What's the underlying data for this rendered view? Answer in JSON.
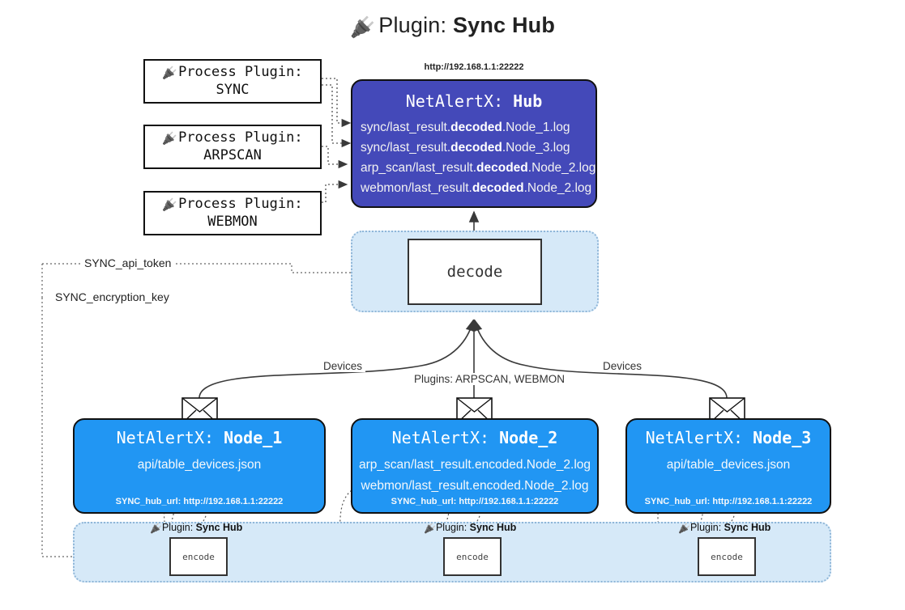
{
  "title": {
    "prefix": "Plugin: ",
    "name": "Sync Hub",
    "icon": "plug-icon"
  },
  "process_plugins": [
    {
      "label": "Process Plugin:",
      "name": "SYNC"
    },
    {
      "label": "Process Plugin:",
      "name": "ARPSCAN"
    },
    {
      "label": "Process Plugin:",
      "name": "WEBMON"
    }
  ],
  "hub": {
    "url": "http://192.168.1.1:22222",
    "title_prefix": "NetAlertX: ",
    "title_name": "Hub",
    "rows": [
      {
        "pre": "sync/last_result.",
        "bold": "decoded",
        "post": ".Node_1.log"
      },
      {
        "pre": "sync/last_result.",
        "bold": "decoded",
        "post": ".Node_3.log"
      },
      {
        "pre": "arp_scan/last_result.",
        "bold": "decoded",
        "post": ".Node_2.log"
      },
      {
        "pre": "webmon/last_result.",
        "bold": "decoded",
        "post": ".Node_2.log"
      }
    ]
  },
  "decode": {
    "label": "decode"
  },
  "tokens": {
    "api_token": "SYNC_api_token",
    "encryption_key": "SYNC_encryption_key"
  },
  "edge_labels": {
    "devices_left": "Devices",
    "devices_right": "Devices",
    "plugins_center": "Plugins: ARPSCAN, WEBMON"
  },
  "nodes": [
    {
      "title_prefix": "NetAlertX: ",
      "title_name": "Node_1",
      "lines": [
        "api/table_devices.json"
      ],
      "footer": "SYNC_hub_url: http://192.168.1.1:22222"
    },
    {
      "title_prefix": "NetAlertX: ",
      "title_name": "Node_2",
      "lines": [
        "arp_scan/last_result.encoded.Node_2.log",
        "webmon/last_result.encoded.Node_2.log"
      ],
      "footer": "SYNC_hub_url: http://192.168.1.1:22222"
    },
    {
      "title_prefix": "NetAlertX: ",
      "title_name": "Node_3",
      "lines": [
        "api/table_devices.json"
      ],
      "footer": "SYNC_hub_url: http://192.168.1.1:22222"
    }
  ],
  "encoders": [
    {
      "plugin_prefix": "Plugin: ",
      "plugin_name": "Sync Hub",
      "box_label": "encode"
    },
    {
      "plugin_prefix": "Plugin: ",
      "plugin_name": "Sync Hub",
      "box_label": "encode"
    },
    {
      "plugin_prefix": "Plugin: ",
      "plugin_name": "Sync Hub",
      "box_label": "encode"
    }
  ],
  "colors": {
    "hub_fill": "#4449b9",
    "node_fill": "#2196f3",
    "band_fill": "#d6e9f8",
    "band_border": "#8fb6d8",
    "stroke": "#333333"
  }
}
